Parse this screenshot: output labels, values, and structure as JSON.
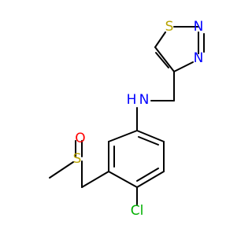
{
  "molecule": {
    "atoms": {
      "ring_s": "S",
      "ring_n1": "N",
      "ring_n2": "N",
      "amine_n": "N",
      "amine_h": "H",
      "sulfoxide_s": "S",
      "sulfoxide_o": "O",
      "chlorine": "Cl"
    }
  },
  "colors": {
    "bond": "#000000",
    "sulfur": "#b8a300",
    "nitrogen": "#0000ff",
    "oxygen": "#ff0000",
    "chlorine": "#00b000",
    "carbon": "#000000"
  }
}
